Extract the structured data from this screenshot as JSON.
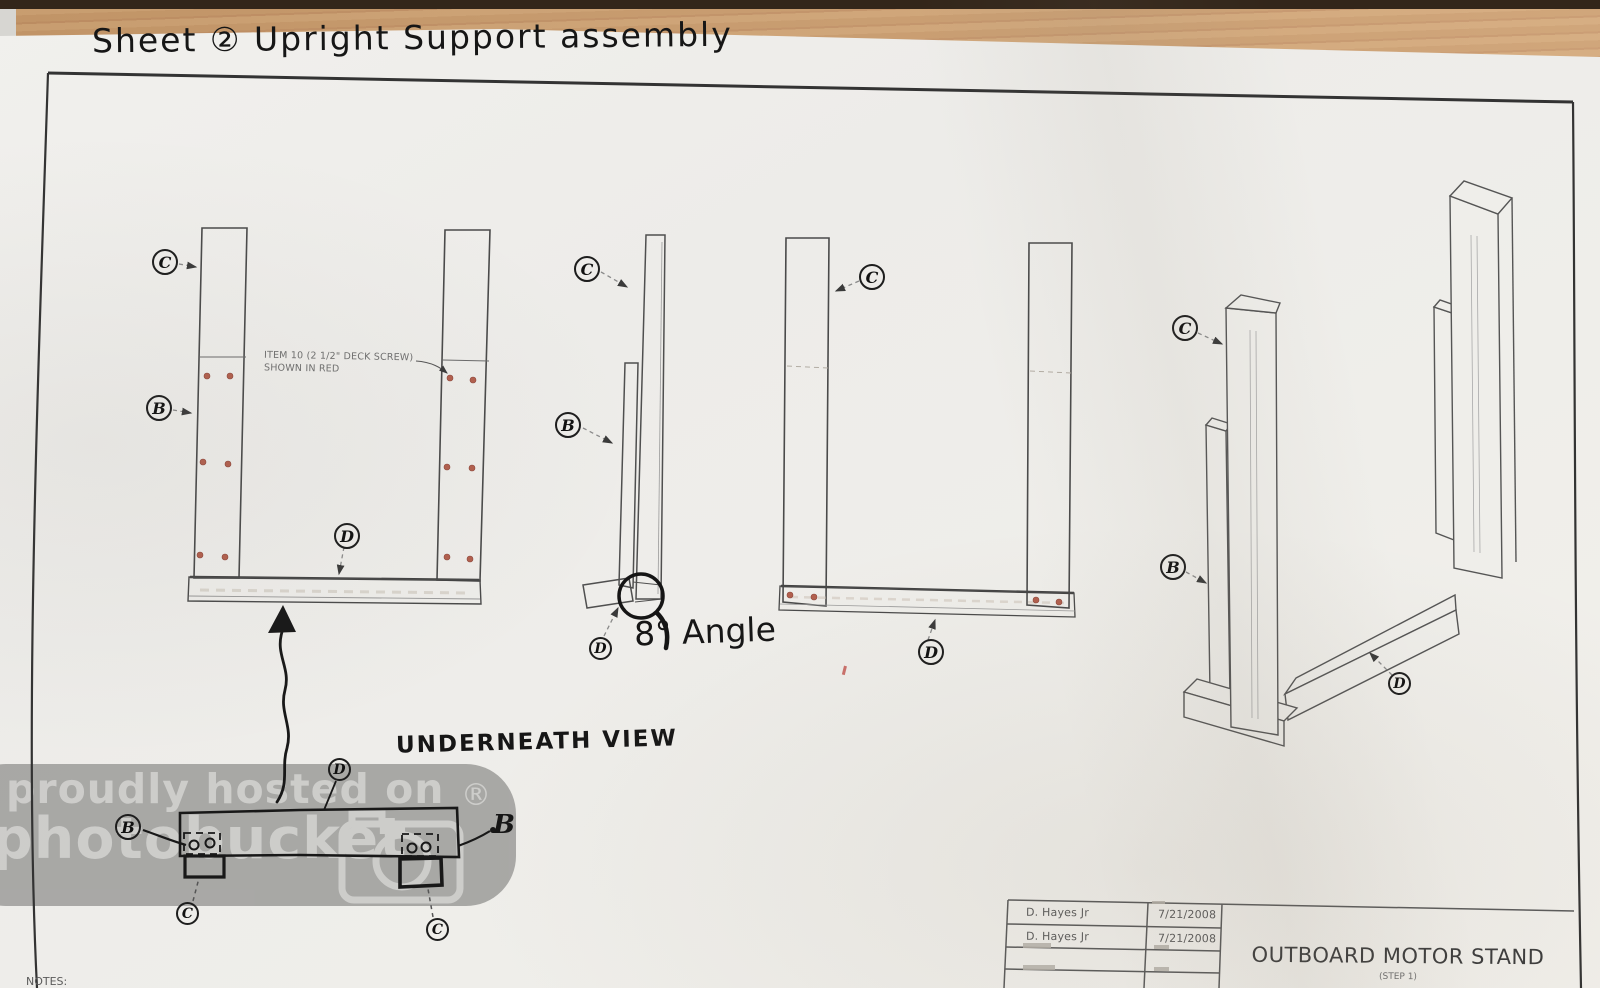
{
  "sheet": {
    "handwritten_title": "Sheet ②   Upright Support assembly",
    "notes_label": "NOTES:"
  },
  "annotations": {
    "item_note_line1": "ITEM 10 (2 1/2\" DECK SCREW)",
    "item_note_line2": "SHOWN IN RED",
    "angle_note": "8° Angle",
    "underneath_caption": "UNDERNEATH VIEW"
  },
  "part_labels": {
    "b": "B",
    "c": "C",
    "d": "D"
  },
  "title_block": {
    "rows": [
      {
        "name": "D. Hayes Jr",
        "date": "7/21/2008"
      },
      {
        "name": "D. Hayes Jr",
        "date": "7/21/2008"
      }
    ],
    "title": "OUTBOARD MOTOR STAND",
    "subtitle": "(STEP 1)"
  },
  "watermark": {
    "line1": "proudly hosted on",
    "line2": "photobucket",
    "registered_mark": "®"
  },
  "colors": {
    "screw_red": "#b2604e",
    "ink": "#1a1a1a",
    "print_line": "#4f4f4f",
    "watermark_gray": "#9b9b99",
    "wood": "#cb9c6c"
  }
}
